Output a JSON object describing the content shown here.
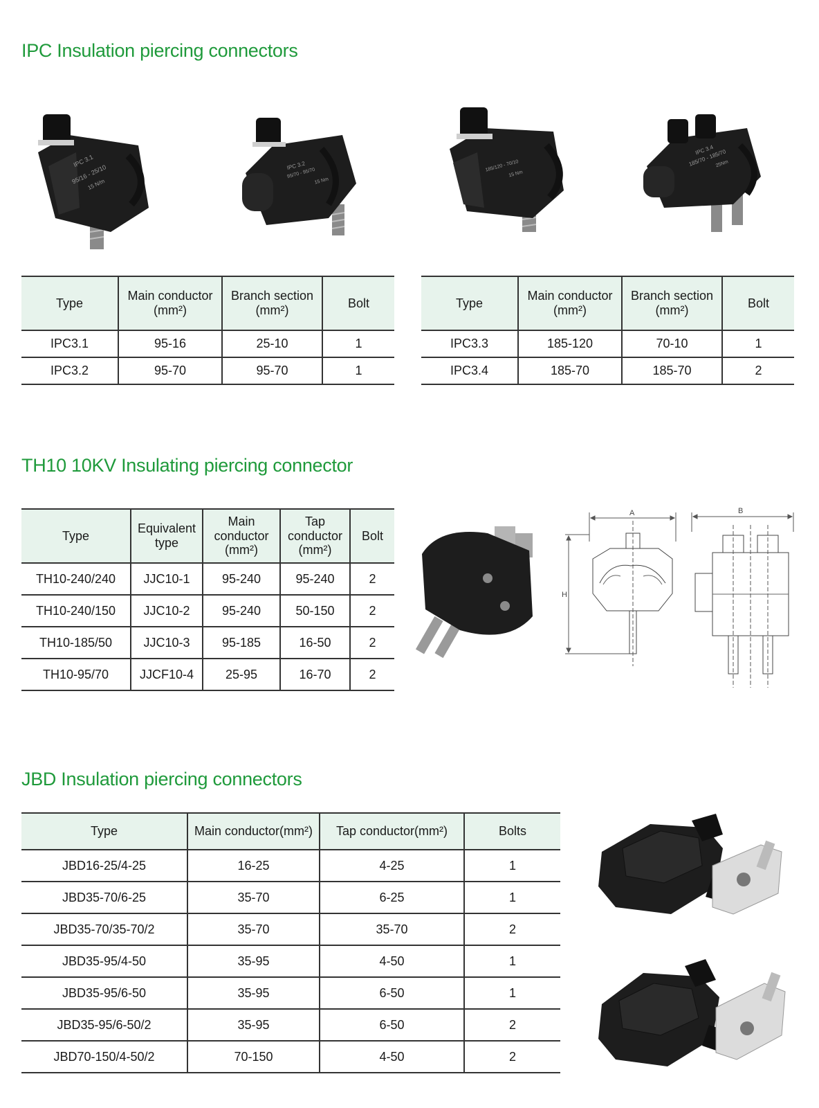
{
  "ipc": {
    "title": "IPC Insulation piercing connectors",
    "photo_labels": [
      [
        "IPC",
        "3.1",
        "95/16",
        "25/10",
        "15 N/m"
      ],
      [
        "IPC",
        "3.2",
        "95/70",
        "95/70",
        "15 Nm"
      ],
      [
        "185/120",
        "70/10",
        "15 Nm"
      ],
      [
        "IPC",
        "3.4",
        "185/70",
        "185/70",
        "25Nm"
      ]
    ],
    "table_left": {
      "headers": [
        "Type",
        "Main conductor",
        "Branch section",
        "Bolt"
      ],
      "header_units": [
        "",
        "(mm²)",
        "(mm²)",
        ""
      ],
      "rows": [
        [
          "IPC3.1",
          "95-16",
          "25-10",
          "1"
        ],
        [
          "IPC3.2",
          "95-70",
          "95-70",
          "1"
        ]
      ]
    },
    "table_right": {
      "headers": [
        "Type",
        "Main conductor",
        "Branch section",
        "Bolt"
      ],
      "header_units": [
        "",
        "(mm²)",
        "(mm²)",
        ""
      ],
      "rows": [
        [
          "IPC3.3",
          "185-120",
          "70-10",
          "1"
        ],
        [
          "IPC3.4",
          "185-70",
          "185-70",
          "2"
        ]
      ]
    }
  },
  "th10": {
    "title": "TH10 10KV Insulating piercing connector",
    "table": {
      "headers": [
        "Type",
        "Equivalent type",
        "Main conductor",
        "Tap conductor",
        "Bolt"
      ],
      "header_units": [
        "",
        "",
        "(mm²)",
        "(mm²)",
        ""
      ],
      "rows": [
        [
          "TH10-240/240",
          "JJC10-1",
          "95-240",
          "95-240",
          "2"
        ],
        [
          "TH10-240/150",
          "JJC10-2",
          "95-240",
          "50-150",
          "2"
        ],
        [
          "TH10-185/50",
          "JJC10-3",
          "95-185",
          "16-50",
          "2"
        ],
        [
          "TH10-95/70",
          "JJCF10-4",
          "25-95",
          "16-70",
          "2"
        ]
      ]
    },
    "drawing": {
      "dim_a": "A",
      "dim_b": "B",
      "dim_h": "H"
    }
  },
  "jbd": {
    "title": "JBD Insulation piercing connectors",
    "table": {
      "headers": [
        "Type",
        "Main conductor(mm²)",
        "Tap conductor(mm²)",
        "Bolts"
      ],
      "rows": [
        [
          "JBD16-25/4-25",
          "16-25",
          "4-25",
          "1"
        ],
        [
          "JBD35-70/6-25",
          "35-70",
          "6-25",
          "1"
        ],
        [
          "JBD35-70/35-70/2",
          "35-70",
          "35-70",
          "2"
        ],
        [
          "JBD35-95/4-50",
          "35-95",
          "4-50",
          "1"
        ],
        [
          "JBD35-95/6-50",
          "35-95",
          "6-50",
          "1"
        ],
        [
          "JBD35-95/6-50/2",
          "35-95",
          "6-50",
          "2"
        ],
        [
          "JBD70-150/4-50/2",
          "70-150",
          "4-50",
          "2"
        ]
      ]
    }
  },
  "colors": {
    "title_green": "#1f9a3b",
    "header_bg": "#e7f3ec",
    "rule": "#333333",
    "product_black": "#1d1d1d"
  }
}
